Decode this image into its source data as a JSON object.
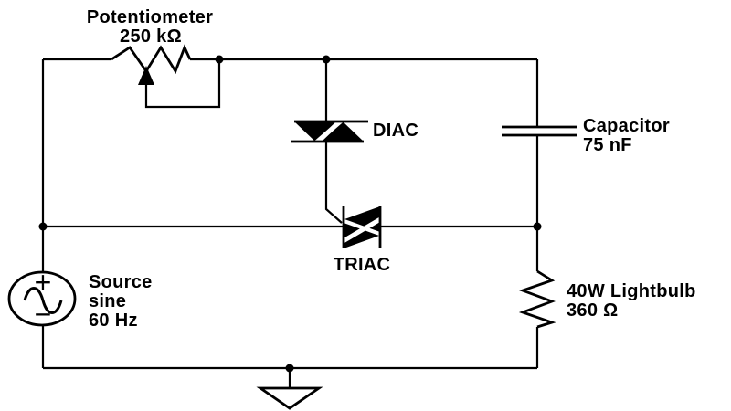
{
  "colors": {
    "ink": "#000000",
    "background": "#ffffff"
  },
  "components": {
    "potentiometer": {
      "name": "Potentiometer",
      "value": "250 kΩ"
    },
    "diac": {
      "name": "DIAC"
    },
    "capacitor": {
      "name": "Capacitor",
      "value": "75 nF"
    },
    "triac": {
      "name": "TRIAC"
    },
    "source": {
      "name": "Source",
      "waveform": "sine",
      "frequency": "60 Hz",
      "plus_mark": "+",
      "minus_mark": "−"
    },
    "lightbulb": {
      "name": "40W Lightbulb",
      "value": "360 Ω"
    },
    "ground": {
      "icon": "earth-ground-symbol"
    }
  }
}
